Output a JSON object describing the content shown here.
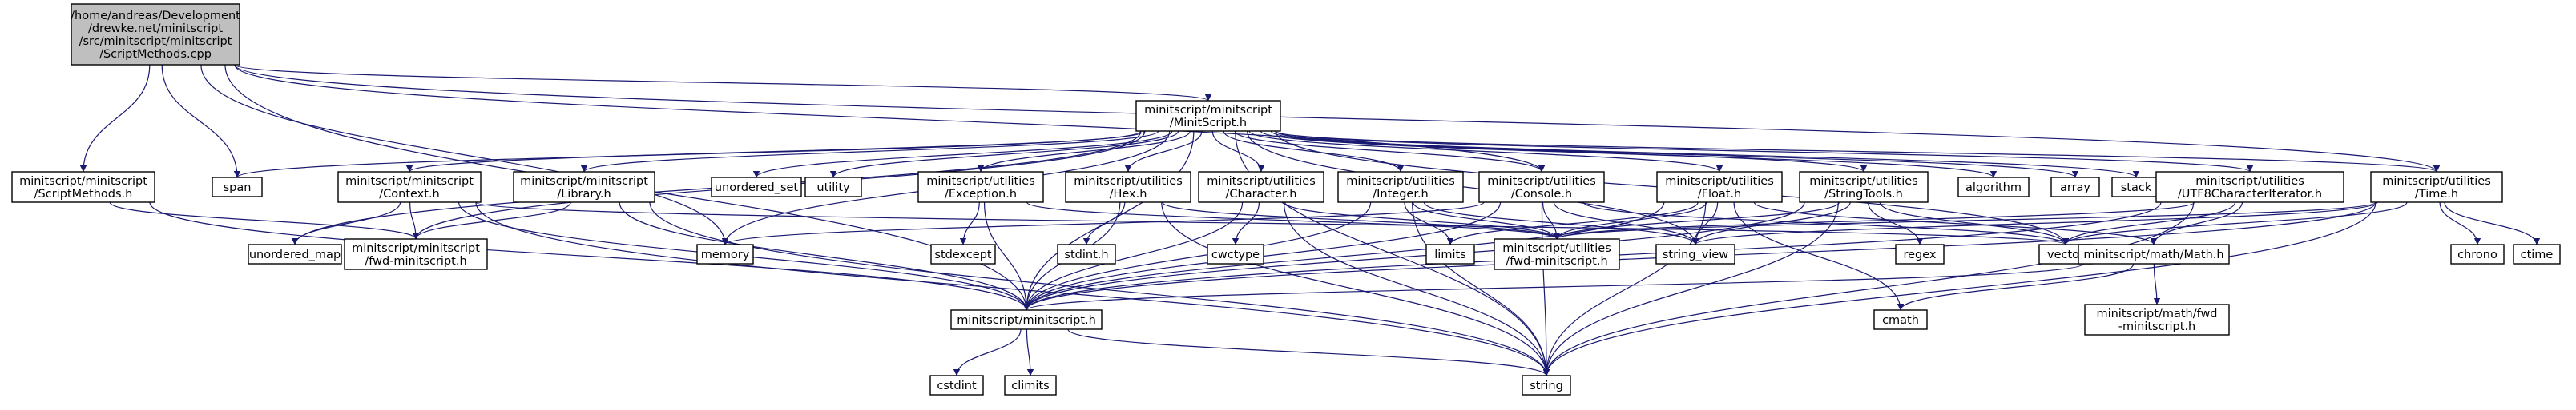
{
  "colors": {
    "edge": "#191970",
    "root_fill": "#bfbfbf",
    "node_fill": "#ffffff",
    "node_border": "#000000",
    "system_border": "#bfbfbf"
  },
  "nodes": [
    {
      "id": "root",
      "kind": "root",
      "lines": [
        "/home/andreas/Development",
        "/drewke.net/minitscript",
        "/src/minitscript/minitscript",
        "/ScriptMethods.cpp"
      ]
    },
    {
      "id": "minitscript_h",
      "kind": "header",
      "lines": [
        "minitscript/minitscript",
        "/MinitScript.h"
      ]
    },
    {
      "id": "scriptmethods_h",
      "kind": "header",
      "lines": [
        "minitscript/minitscript",
        "/ScriptMethods.h"
      ]
    },
    {
      "id": "span",
      "kind": "system",
      "lines": [
        "span"
      ]
    },
    {
      "id": "time_h",
      "kind": "header",
      "lines": [
        "minitscript/utilities",
        "/Time.h"
      ]
    },
    {
      "id": "context_h",
      "kind": "header",
      "lines": [
        "minitscript/minitscript",
        "/Context.h"
      ]
    },
    {
      "id": "library_h",
      "kind": "header",
      "lines": [
        "minitscript/minitscript",
        "/Library.h"
      ]
    },
    {
      "id": "unordered_set",
      "kind": "system",
      "lines": [
        "unordered_set"
      ]
    },
    {
      "id": "utility",
      "kind": "system",
      "lines": [
        "utility"
      ]
    },
    {
      "id": "exception_h",
      "kind": "header",
      "lines": [
        "minitscript/utilities",
        "/Exception.h"
      ]
    },
    {
      "id": "hex_h",
      "kind": "header",
      "lines": [
        "minitscript/utilities",
        "/Hex.h"
      ]
    },
    {
      "id": "character_h",
      "kind": "header",
      "lines": [
        "minitscript/utilities",
        "/Character.h"
      ]
    },
    {
      "id": "integer_h",
      "kind": "header",
      "lines": [
        "minitscript/utilities",
        "/Integer.h"
      ]
    },
    {
      "id": "console_h",
      "kind": "header",
      "lines": [
        "minitscript/utilities",
        "/Console.h"
      ]
    },
    {
      "id": "float_h",
      "kind": "header",
      "lines": [
        "minitscript/utilities",
        "/Float.h"
      ]
    },
    {
      "id": "stringtools_h",
      "kind": "header",
      "lines": [
        "minitscript/utilities",
        "/StringTools.h"
      ]
    },
    {
      "id": "algorithm",
      "kind": "system",
      "lines": [
        "algorithm"
      ]
    },
    {
      "id": "array",
      "kind": "system",
      "lines": [
        "array"
      ]
    },
    {
      "id": "stack",
      "kind": "system",
      "lines": [
        "stack"
      ]
    },
    {
      "id": "utf8_h",
      "kind": "header",
      "lines": [
        "minitscript/utilities",
        "/UTF8CharacterIterator.h"
      ]
    },
    {
      "id": "unordered_map",
      "kind": "system",
      "lines": [
        "unordered_map"
      ]
    },
    {
      "id": "fwd_ms",
      "kind": "header",
      "lines": [
        "minitscript/minitscript",
        "/fwd-minitscript.h"
      ]
    },
    {
      "id": "memory",
      "kind": "system",
      "lines": [
        "memory"
      ]
    },
    {
      "id": "stdexcept",
      "kind": "system",
      "lines": [
        "stdexcept"
      ]
    },
    {
      "id": "stdint_h",
      "kind": "system",
      "lines": [
        "stdint.h"
      ]
    },
    {
      "id": "cwctype",
      "kind": "system",
      "lines": [
        "cwctype"
      ]
    },
    {
      "id": "limits",
      "kind": "system",
      "lines": [
        "limits"
      ]
    },
    {
      "id": "fwd_ut",
      "kind": "header",
      "lines": [
        "minitscript/utilities",
        "/fwd-minitscript.h"
      ]
    },
    {
      "id": "string_view",
      "kind": "system",
      "lines": [
        "string_view"
      ]
    },
    {
      "id": "regex",
      "kind": "system",
      "lines": [
        "regex"
      ]
    },
    {
      "id": "vector",
      "kind": "system",
      "lines": [
        "vector"
      ]
    },
    {
      "id": "math_h",
      "kind": "header",
      "lines": [
        "minitscript/math/Math.h"
      ]
    },
    {
      "id": "chrono",
      "kind": "system",
      "lines": [
        "chrono"
      ]
    },
    {
      "id": "ctime",
      "kind": "system",
      "lines": [
        "ctime"
      ]
    },
    {
      "id": "cmath",
      "kind": "system",
      "lines": [
        "cmath"
      ]
    },
    {
      "id": "minitscript_lc_h",
      "kind": "header",
      "lines": [
        "minitscript/minitscript.h"
      ]
    },
    {
      "id": "math_fwd_h",
      "kind": "header",
      "lines": [
        "minitscript/math/fwd",
        "-minitscript.h"
      ]
    },
    {
      "id": "cstdint",
      "kind": "system",
      "lines": [
        "cstdint"
      ]
    },
    {
      "id": "climits",
      "kind": "system",
      "lines": [
        "climits"
      ]
    },
    {
      "id": "string",
      "kind": "system",
      "lines": [
        "string"
      ]
    }
  ],
  "edges": [
    [
      "root",
      "minitscript_h"
    ],
    [
      "root",
      "scriptmethods_h"
    ],
    [
      "root",
      "span"
    ],
    [
      "root",
      "time_h"
    ],
    [
      "root",
      "console_h"
    ],
    [
      "root",
      "memory"
    ],
    [
      "root",
      "minitscript_lc_h"
    ],
    [
      "minitscript_h",
      "span"
    ],
    [
      "minitscript_h",
      "time_h"
    ],
    [
      "minitscript_h",
      "context_h"
    ],
    [
      "minitscript_h",
      "library_h"
    ],
    [
      "minitscript_h",
      "unordered_set"
    ],
    [
      "minitscript_h",
      "utility"
    ],
    [
      "minitscript_h",
      "exception_h"
    ],
    [
      "minitscript_h",
      "hex_h"
    ],
    [
      "minitscript_h",
      "character_h"
    ],
    [
      "minitscript_h",
      "integer_h"
    ],
    [
      "minitscript_h",
      "console_h"
    ],
    [
      "minitscript_h",
      "float_h"
    ],
    [
      "minitscript_h",
      "stringtools_h"
    ],
    [
      "minitscript_h",
      "algorithm"
    ],
    [
      "minitscript_h",
      "array"
    ],
    [
      "minitscript_h",
      "stack"
    ],
    [
      "minitscript_h",
      "utf8_h"
    ],
    [
      "minitscript_h",
      "unordered_map"
    ],
    [
      "minitscript_h",
      "fwd_ms"
    ],
    [
      "minitscript_h",
      "memory"
    ],
    [
      "minitscript_h",
      "string_view"
    ],
    [
      "minitscript_h",
      "vector"
    ],
    [
      "minitscript_h",
      "minitscript_lc_h"
    ],
    [
      "minitscript_h",
      "string"
    ],
    [
      "scriptmethods_h",
      "fwd_ms"
    ],
    [
      "scriptmethods_h",
      "minitscript_lc_h"
    ],
    [
      "context_h",
      "unordered_map"
    ],
    [
      "context_h",
      "fwd_ms"
    ],
    [
      "context_h",
      "minitscript_lc_h"
    ],
    [
      "context_h",
      "string"
    ],
    [
      "context_h",
      "vector"
    ],
    [
      "library_h",
      "fwd_ms"
    ],
    [
      "library_h",
      "minitscript_lc_h"
    ],
    [
      "library_h",
      "string"
    ],
    [
      "exception_h",
      "stdexcept"
    ],
    [
      "exception_h",
      "minitscript_lc_h"
    ],
    [
      "exception_h",
      "fwd_ut"
    ],
    [
      "hex_h",
      "stdint_h"
    ],
    [
      "hex_h",
      "minitscript_lc_h"
    ],
    [
      "hex_h",
      "string"
    ],
    [
      "hex_h",
      "fwd_ut"
    ],
    [
      "character_h",
      "cwctype"
    ],
    [
      "character_h",
      "minitscript_lc_h"
    ],
    [
      "character_h",
      "string"
    ],
    [
      "character_h",
      "fwd_ut"
    ],
    [
      "integer_h",
      "limits"
    ],
    [
      "integer_h",
      "minitscript_lc_h"
    ],
    [
      "integer_h",
      "string"
    ],
    [
      "integer_h",
      "fwd_ut"
    ],
    [
      "integer_h",
      "string_view"
    ],
    [
      "console_h",
      "memory"
    ],
    [
      "console_h",
      "minitscript_lc_h"
    ],
    [
      "console_h",
      "fwd_ut"
    ],
    [
      "console_h",
      "string_view"
    ],
    [
      "console_h",
      "string"
    ],
    [
      "console_h",
      "vector"
    ],
    [
      "float_h",
      "math_h"
    ],
    [
      "float_h",
      "limits"
    ],
    [
      "float_h",
      "minitscript_lc_h"
    ],
    [
      "float_h",
      "fwd_ut"
    ],
    [
      "float_h",
      "string_view"
    ],
    [
      "float_h",
      "string"
    ],
    [
      "float_h",
      "cmath"
    ],
    [
      "stringtools_h",
      "regex"
    ],
    [
      "stringtools_h",
      "vector"
    ],
    [
      "stringtools_h",
      "minitscript_lc_h"
    ],
    [
      "stringtools_h",
      "fwd_ut"
    ],
    [
      "stringtools_h",
      "string_view"
    ],
    [
      "stringtools_h",
      "string"
    ],
    [
      "utf8_h",
      "math_h"
    ],
    [
      "utf8_h",
      "minitscript_lc_h"
    ],
    [
      "utf8_h",
      "fwd_ut"
    ],
    [
      "utf8_h",
      "string"
    ],
    [
      "utf8_h",
      "vector"
    ],
    [
      "time_h",
      "chrono"
    ],
    [
      "time_h",
      "ctime"
    ],
    [
      "time_h",
      "minitscript_lc_h"
    ],
    [
      "time_h",
      "fwd_ut"
    ],
    [
      "time_h",
      "string"
    ],
    [
      "time_h",
      "vector"
    ],
    [
      "time_h",
      "string_view"
    ],
    [
      "math_h",
      "cmath"
    ],
    [
      "math_h",
      "minitscript_lc_h"
    ],
    [
      "math_h",
      "math_fwd_h"
    ],
    [
      "minitscript_lc_h",
      "cstdint"
    ],
    [
      "minitscript_lc_h",
      "climits"
    ],
    [
      "minitscript_lc_h",
      "string"
    ]
  ]
}
